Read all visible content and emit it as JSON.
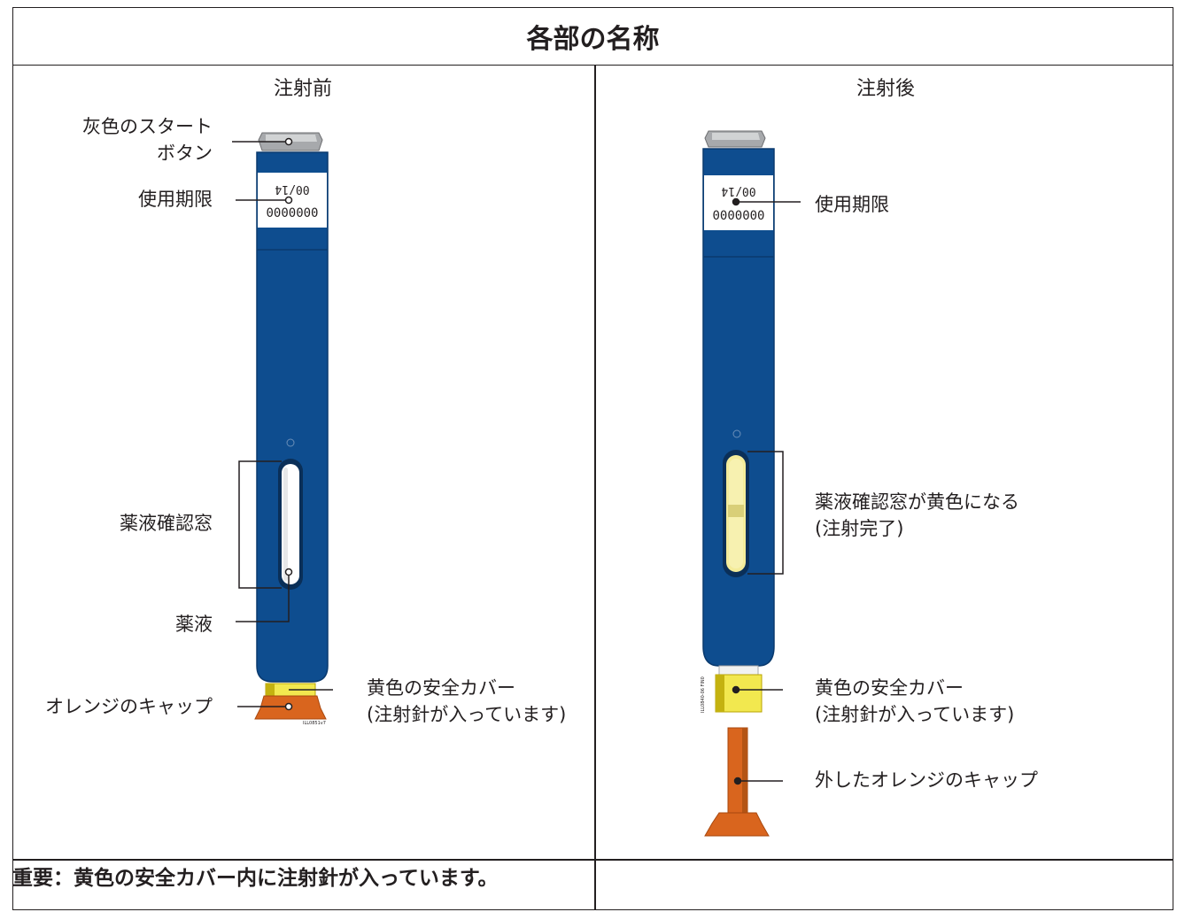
{
  "title": "各部の名称",
  "before": {
    "heading": "注射前",
    "labels": {
      "start_button_1": "灰色のスタート",
      "start_button_2": "ボタン",
      "expiry": "使用期限",
      "window": "薬液確認窓",
      "medicine": "薬液",
      "cap": "オレンジのキャップ",
      "cover_1": "黄色の安全カバー",
      "cover_2": "(注射針が入っています)"
    },
    "expiry_label": {
      "line1": "00/14",
      "line2": "0000000"
    },
    "tiny_code": "ILL0851v7"
  },
  "after": {
    "heading": "注射後",
    "labels": {
      "expiry": "使用期限",
      "window_1": "薬液確認窓が黄色になる",
      "window_2": "(注射完了)",
      "cover_1": "黄色の安全カバー",
      "cover_2": "(注射針が入っています)",
      "cap": "外したオレンジのキャップ"
    },
    "expiry_label": {
      "line1": "00/14",
      "line2": "0000000"
    },
    "tiny_code": "ILL0840-06 FIN0"
  },
  "footer": "重要：黄色の安全カバー内に注射針が入っています。",
  "colors": {
    "pen_body": "#0e4d8f",
    "pen_dark": "#0a3a6e",
    "grey_button": "#a7a9ac",
    "orange_cap": "#d9651e",
    "yellow_cover": "#f2e84f",
    "window_yellow": "#f4ec9a",
    "line": "#231f20"
  }
}
